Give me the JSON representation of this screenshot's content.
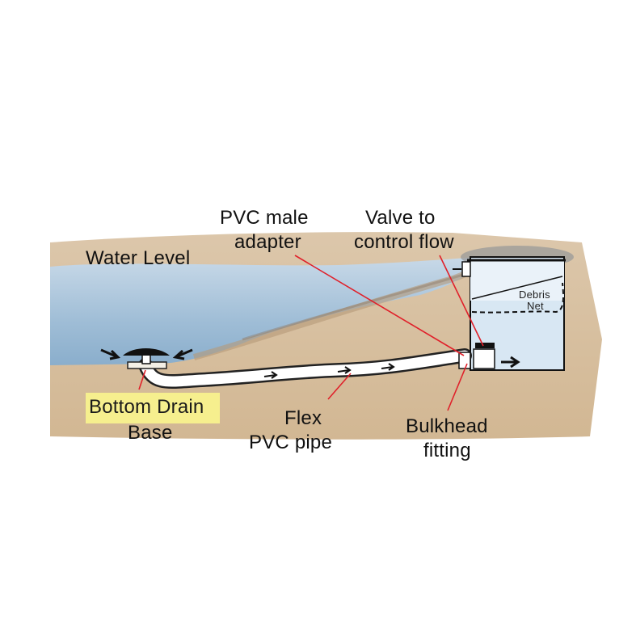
{
  "labels": {
    "water_level": "Water Level",
    "pvc_adapter_line1": "PVC male",
    "pvc_adapter_line2": "adapter",
    "valve_line1": "Valve to",
    "valve_line2": "control flow",
    "debris_line1": "Debris",
    "debris_line2": "Net",
    "bottom_drain_line1": "Bottom Drain",
    "bottom_drain_line2": "Base",
    "flex_line1": "Flex",
    "flex_line2": "PVC pipe",
    "bulkhead_line1": "Bulkhead",
    "bulkhead_line2": "fitting"
  },
  "colors": {
    "water": "#a9c4da",
    "sand": "#d9c0a0",
    "leader_line": "#e0202a",
    "highlight": "#f6ef8e",
    "tank_water": "#d5e6f3"
  }
}
